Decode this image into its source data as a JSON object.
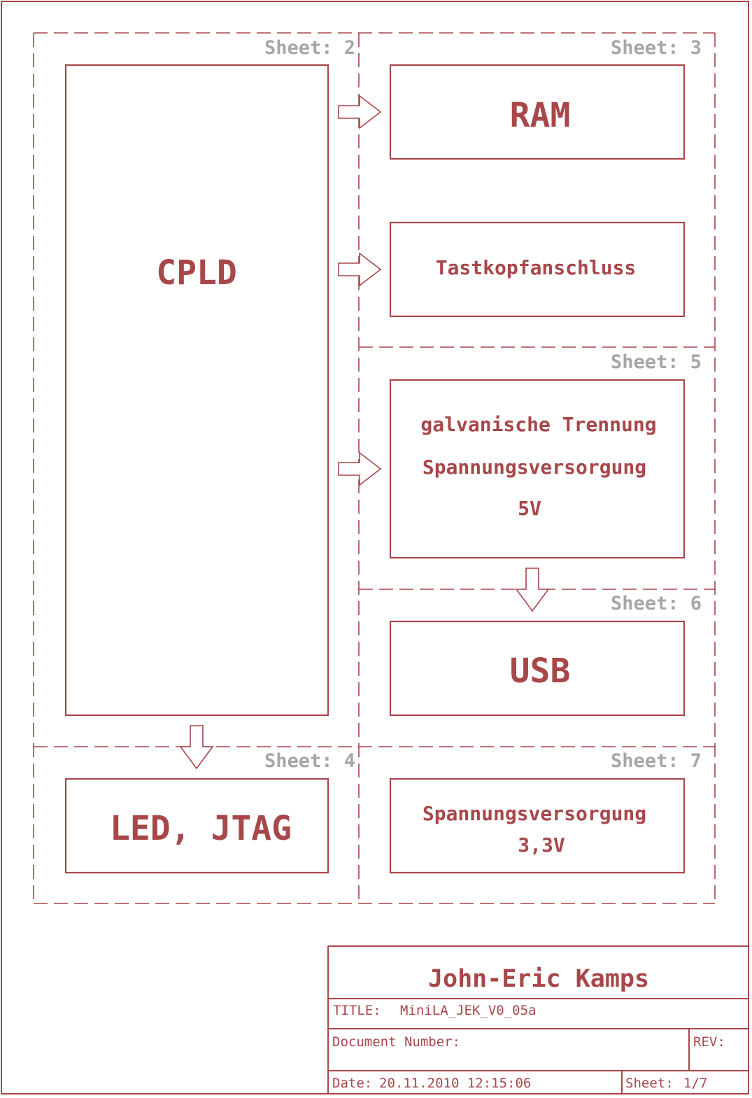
{
  "colors": {
    "line": "#a8474a",
    "sheet_label": "#a6a6a6",
    "background": "#ffffff"
  },
  "sheets": {
    "cpld": "Sheet: 2",
    "ram_probe": "Sheet: 3",
    "led_jtag": "Sheet: 4",
    "isolation": "Sheet: 5",
    "usb": "Sheet: 6",
    "supply33": "Sheet: 7"
  },
  "blocks": {
    "cpld": "CPLD",
    "ram": "RAM",
    "probe": "Tastkopfanschluss",
    "isolation_line1": "galvanische Trennung",
    "isolation_line2": "Spannungsversorgung",
    "isolation_line3": "5V",
    "usb": "USB",
    "led_jtag": "LED, JTAG",
    "supply_line1": "Spannungsversorgung",
    "supply_line2": "3,3V"
  },
  "title_block": {
    "author": "John-Eric Kamps",
    "title_label": "TITLE:",
    "title_value": "MiniLA_JEK_V0_05a",
    "docnum_label": "Document Number:",
    "rev_label": "REV:",
    "date_label": "Date:",
    "date_value": "20.11.2010 12:15:06",
    "sheet_label": "Sheet:",
    "sheet_value": "1/7"
  }
}
